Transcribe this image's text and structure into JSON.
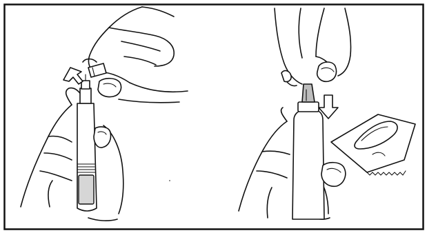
{
  "figure": {
    "panels": [
      {
        "id": "step-remove-pen-cap",
        "arrow_direction": "up-left",
        "icon": "pen-injector-icon"
      },
      {
        "id": "step-attach-needle",
        "arrow_direction": "down",
        "icon": "needle-packet-icon"
      }
    ],
    "colors": {
      "border": "#111111",
      "background": "#ffffff",
      "cartridge_fill": "#d6d6d6",
      "needle_cap_fill": "#bdbdbd"
    }
  }
}
